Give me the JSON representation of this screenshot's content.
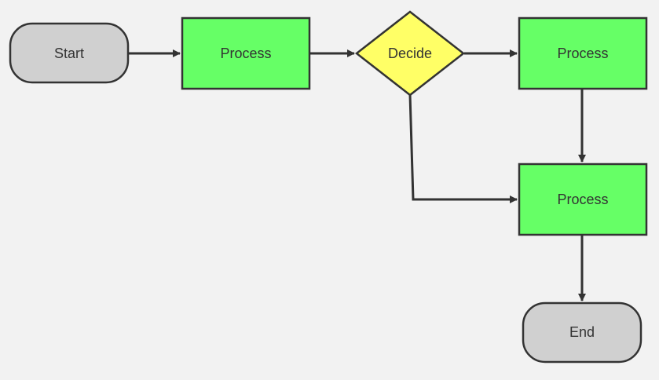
{
  "flowchart": {
    "nodes": [
      {
        "id": "start",
        "type": "terminal",
        "label": "Start"
      },
      {
        "id": "process-1",
        "type": "process",
        "label": "Process"
      },
      {
        "id": "decide",
        "type": "decision",
        "label": "Decide"
      },
      {
        "id": "process-2",
        "type": "process",
        "label": "Process"
      },
      {
        "id": "process-3",
        "type": "process",
        "label": "Process"
      },
      {
        "id": "end",
        "type": "terminal",
        "label": "End"
      }
    ],
    "edges": [
      {
        "from": "start",
        "to": "process-1"
      },
      {
        "from": "process-1",
        "to": "decide"
      },
      {
        "from": "decide",
        "to": "process-2"
      },
      {
        "from": "decide",
        "to": "process-3"
      },
      {
        "from": "process-2",
        "to": "process-3"
      },
      {
        "from": "process-3",
        "to": "end"
      }
    ]
  },
  "colors": {
    "background": "#f2f2f2",
    "terminal_fill": "#d0d0d0",
    "process_fill": "#66ff66",
    "decision_fill": "#ffff66",
    "stroke": "#333333"
  }
}
